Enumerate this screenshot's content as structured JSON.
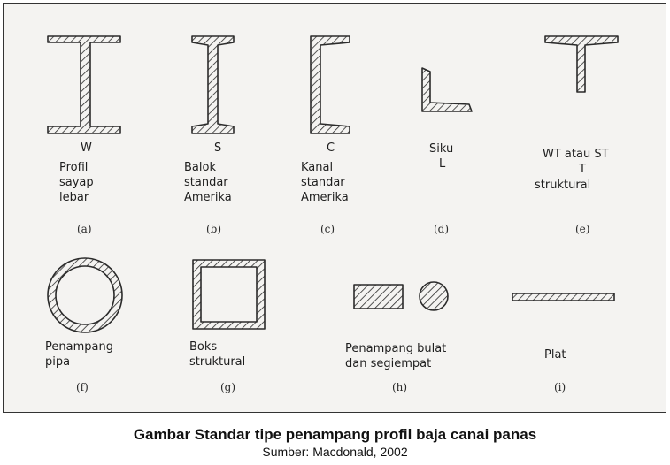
{
  "figures": [
    {
      "id": "a",
      "symbol": "W",
      "desc": [
        "Profil",
        "sayap",
        "lebar"
      ],
      "caption": "(a)",
      "shape": "wide-flange-i-beam-icon"
    },
    {
      "id": "b",
      "symbol": "S",
      "desc": [
        "Balok",
        "standar",
        "Amerika"
      ],
      "caption": "(b)",
      "shape": "standard-i-beam-icon"
    },
    {
      "id": "c",
      "symbol": "C",
      "desc": [
        "Kanal",
        "standar",
        "Amerika"
      ],
      "caption": "(c)",
      "shape": "channel-icon"
    },
    {
      "id": "d",
      "symbol": "",
      "desc": [
        "Siku",
        "L"
      ],
      "caption": "(d)",
      "shape": "angle-icon"
    },
    {
      "id": "e",
      "symbol": "",
      "desc": [
        "WT atau ST",
        "T",
        "struktural"
      ],
      "caption": "(e)",
      "shape": "tee-icon"
    },
    {
      "id": "f",
      "symbol": "",
      "desc": [
        "Penampang",
        "pipa"
      ],
      "caption": "(f)",
      "shape": "pipe-icon"
    },
    {
      "id": "g",
      "symbol": "",
      "desc": [
        "Boks",
        "struktural"
      ],
      "caption": "(g)",
      "shape": "box-section-icon"
    },
    {
      "id": "h",
      "symbol": "",
      "desc": [
        "Penampang bulat",
        "dan segiempat"
      ],
      "caption": "(h)",
      "shape": "solid-bar-icon"
    },
    {
      "id": "i",
      "symbol": "",
      "desc": [
        "Plat"
      ],
      "caption": "(i)",
      "shape": "plate-icon"
    }
  ],
  "caption_title": "Gambar Standar tipe penampang profil baja canai panas",
  "caption_source": "Sumber: Macdonald, 2002",
  "colors": {
    "ink": "#2b2b2b",
    "paper": "#f4f3f1"
  }
}
